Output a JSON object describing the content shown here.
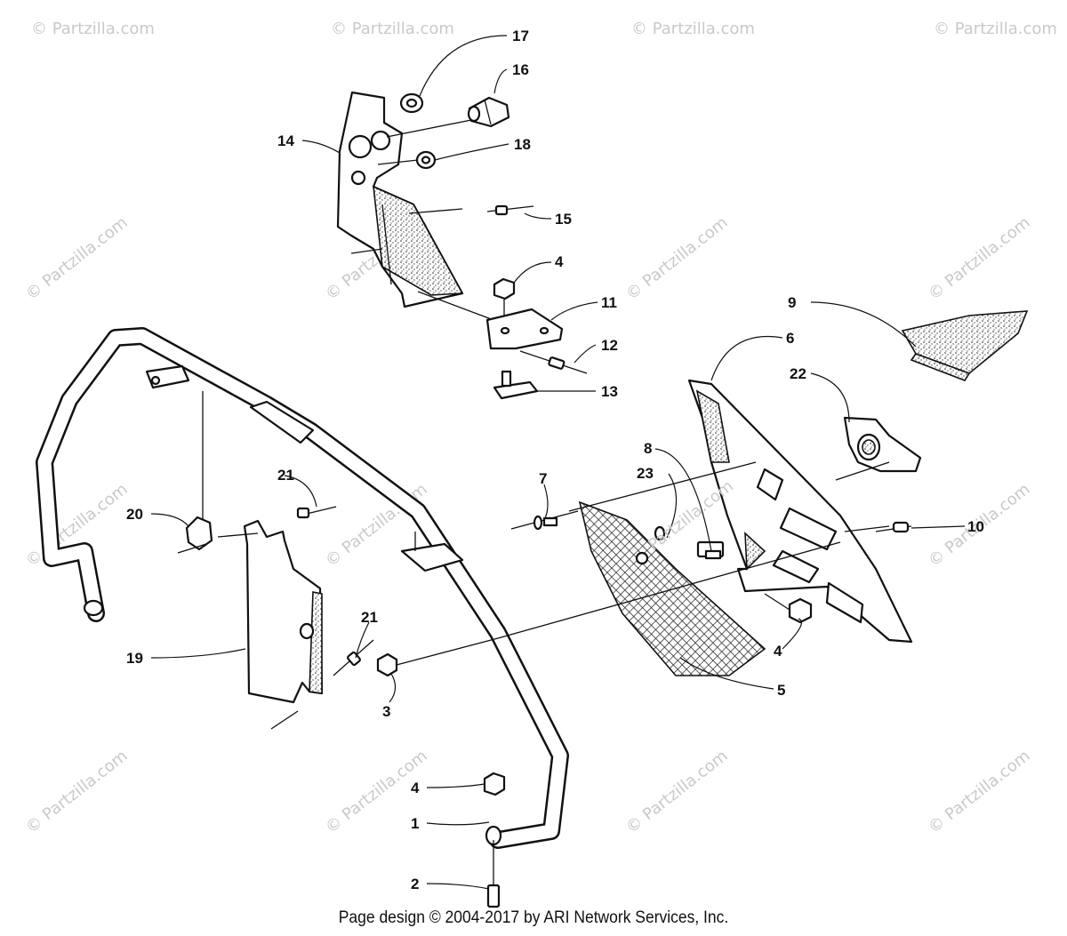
{
  "labels": {
    "l1": "1",
    "l2": "2",
    "l3": "3",
    "l4a": "4",
    "l4b": "4",
    "l4c": "4",
    "l5": "5",
    "l6": "6",
    "l7": "7",
    "l8": "8",
    "l9": "9",
    "l10": "10",
    "l11": "11",
    "l12": "12",
    "l13": "13",
    "l14": "14",
    "l15": "15",
    "l16": "16",
    "l17": "17",
    "l18": "18",
    "l19": "19",
    "l20": "20",
    "l21a": "21",
    "l21b": "21",
    "l22": "22",
    "l23": "23"
  },
  "watermark": {
    "text": "© Partzilla.com",
    "center_text": "Partzilla.com"
  },
  "footer": {
    "text": "Page design © 2004-2017 by ARI Network Services, Inc."
  },
  "colors": {
    "ink": "#111111",
    "watermark": "#c9c9c9",
    "background": "#ffffff"
  }
}
